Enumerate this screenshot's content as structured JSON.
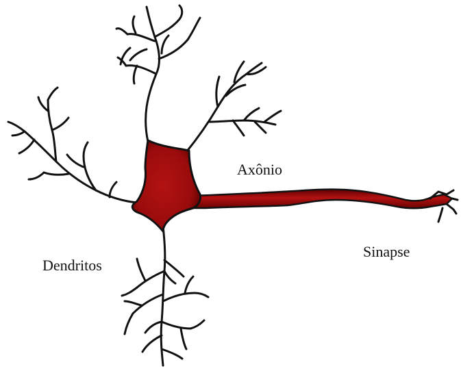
{
  "diagram": {
    "labels": {
      "axon": "Axônio",
      "synapse": "Sinapse",
      "dendrites": "Dendritos"
    },
    "colors": {
      "soma_fill": "#a50e0e",
      "soma_dark": "#5e0000",
      "line": "#111111",
      "background": "#ffffff"
    }
  }
}
